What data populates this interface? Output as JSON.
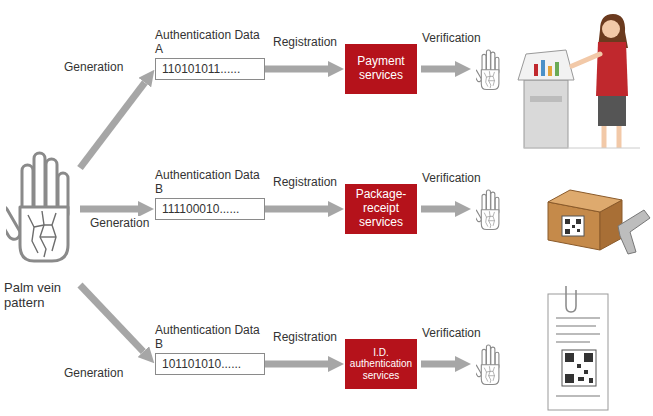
{
  "diagram": {
    "nodes": [
      {
        "text": [
          "Palm vein pattern"
        ]
      },
      {
        "text": [
          "Authentication Data A",
          "110101011......"
        ]
      },
      {
        "text": [
          "Payment services"
        ]
      },
      {
        "text": [
          "Authentication Data B",
          "111100010......"
        ]
      },
      {
        "text": [
          "Package-receipt services"
        ]
      },
      {
        "text": [
          "Authentication Data B",
          "101101010......"
        ]
      },
      {
        "text": [
          "I.D. authentication services"
        ]
      }
    ],
    "edges": [
      {
        "from": 0,
        "to": 1,
        "arrow": "to",
        "label": "Generation"
      },
      {
        "from": 1,
        "to": 2,
        "arrow": "to",
        "label": "Registration"
      },
      {
        "from": 0,
        "to": 3,
        "arrow": "to",
        "label": "Generation"
      },
      {
        "from": 3,
        "to": 4,
        "arrow": "to",
        "label": "Registration"
      },
      {
        "from": 0,
        "to": 5,
        "arrow": "to",
        "label": "Generation"
      },
      {
        "from": 5,
        "to": 6,
        "arrow": "to",
        "label": "Registration"
      }
    ],
    "labels": [
      "Verification",
      "Verification",
      "Verification"
    ]
  }
}
